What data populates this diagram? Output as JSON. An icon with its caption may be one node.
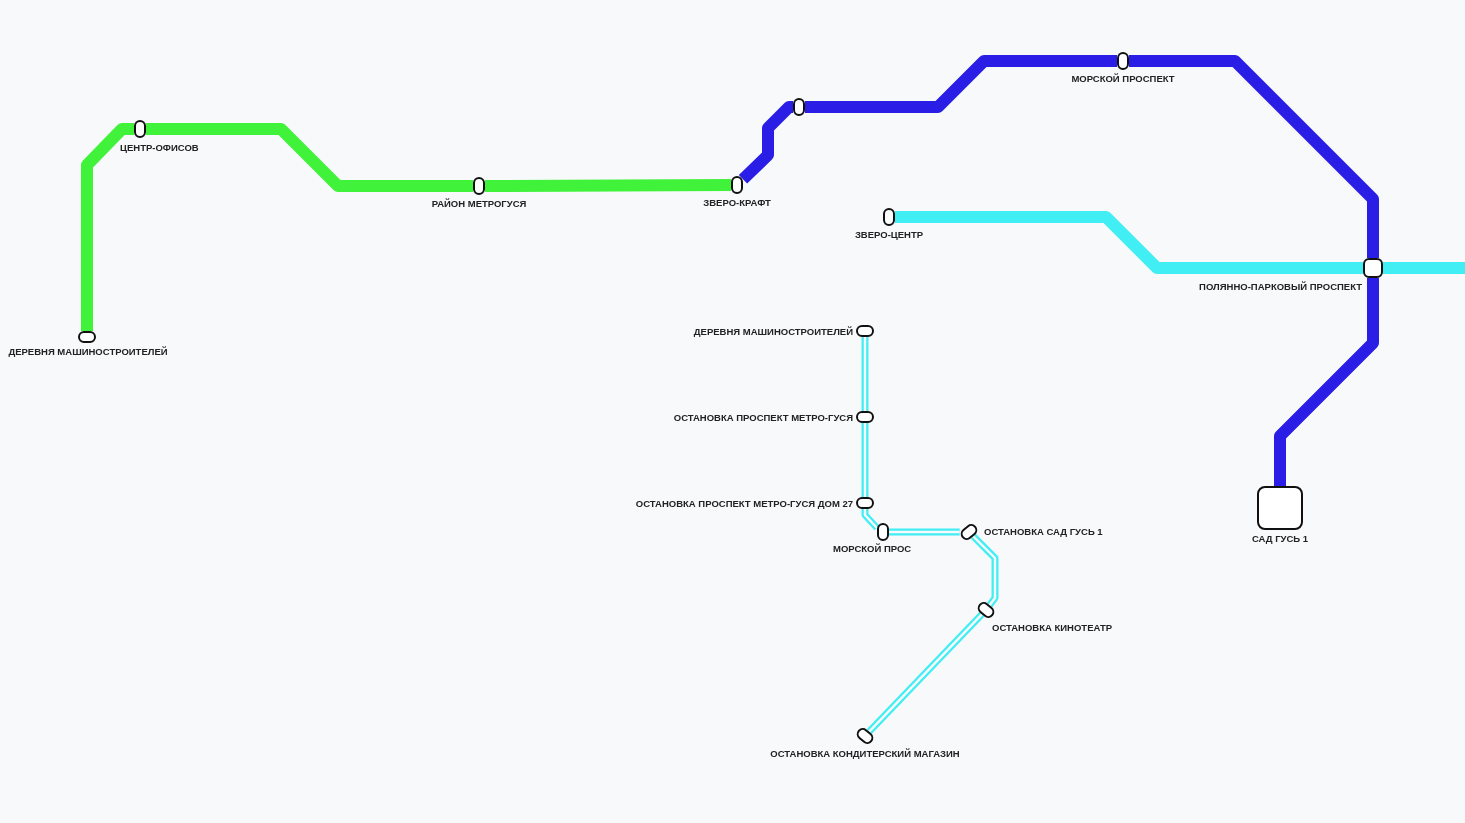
{
  "diagram": {
    "nodes": [
      {
        "text": [
          "ДЕРЕВНЯ МАШИНОСТРОИТЕЛЕЙ"
        ]
      },
      {
        "text": [
          "ЦЕНТР-ОФИСОВ"
        ]
      },
      {
        "text": [
          "РАЙОН МЕТРОГУСЯ"
        ]
      },
      {
        "text": [
          "ЗВЕРО-КРАФТ"
        ]
      },
      {
        "text": [],
        "shape": "oval"
      },
      {
        "text": [
          "МОРСКОЙ ПРОСПЕКТ"
        ]
      },
      {
        "text": [
          "ЗВЕРО-ЦЕНТР"
        ]
      },
      {
        "text": [
          "ПОЛЯННО-ПАРКОВЫЙ ПРОСПЕКТ"
        ]
      },
      {
        "text": [
          "САД ГУСЬ 1"
        ]
      },
      {
        "text": [
          "ДЕРЕВНЯ МАШИНОСТРОИТЕЛЕЙ"
        ]
      },
      {
        "text": [
          "ОСТАНОВКА ПРОСПЕКТ МЕТРО-ГУСЯ"
        ]
      },
      {
        "text": [
          "ОСТАНОВКА ПРОСПЕКТ МЕТРО-ГУСЯ ДОМ 27"
        ]
      },
      {
        "text": [
          "МОРСКОЙ ПРОС"
        ]
      },
      {
        "text": [
          "ОСТАНОВКА САД ГУСЬ 1"
        ]
      },
      {
        "text": [
          "ОСТАНОВКА КИНОТЕАТР"
        ]
      },
      {
        "text": [
          "ОСТАНОВКА КОНДИТЕРСКИЙ МАГАЗИН"
        ]
      }
    ],
    "edges": [
      {
        "from": 0,
        "to": 1,
        "arrow": "none",
        "color": "#40f23a"
      },
      {
        "from": 1,
        "to": 2,
        "arrow": "none",
        "color": "#40f23a"
      },
      {
        "from": 2,
        "to": 3,
        "arrow": "none",
        "color": "#40f23a"
      },
      {
        "from": 3,
        "to": 4,
        "arrow": "none",
        "color": "#2a1ee6"
      },
      {
        "from": 4,
        "to": 5,
        "arrow": "none",
        "color": "#2a1ee6"
      },
      {
        "from": 5,
        "to": 7,
        "arrow": "none",
        "color": "#2a1ee6"
      },
      {
        "from": 7,
        "to": 8,
        "arrow": "none",
        "color": "#2a1ee6"
      },
      {
        "from": 6,
        "to": 7,
        "arrow": "none"
      },
      {
        "from": 7,
        "to": null,
        "arrow": "none"
      },
      {
        "from": 9,
        "to": 10,
        "arrow": "none"
      },
      {
        "from": 10,
        "to": 11,
        "arrow": "none"
      },
      {
        "from": 11,
        "to": 12,
        "arrow": "none"
      },
      {
        "from": 12,
        "to": 13,
        "arrow": "none"
      },
      {
        "from": 13,
        "to": 14,
        "arrow": "none"
      },
      {
        "from": 14,
        "to": 15,
        "arrow": "none"
      }
    ]
  }
}
